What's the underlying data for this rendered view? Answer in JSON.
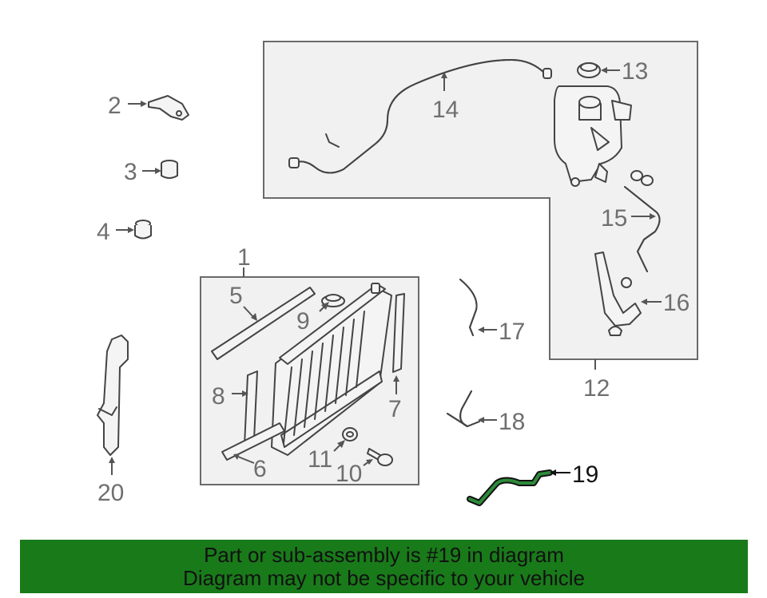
{
  "callouts": {
    "c1": "1",
    "c2": "2",
    "c3": "3",
    "c4": "4",
    "c5": "5",
    "c6": "6",
    "c7": "7",
    "c8": "8",
    "c9": "9",
    "c10": "10",
    "c11": "11",
    "c12": "12",
    "c13": "13",
    "c14": "14",
    "c15": "15",
    "c16": "16",
    "c17": "17",
    "c18": "18",
    "c19": "19",
    "c20": "20"
  },
  "highlighted_part": "19",
  "banner": {
    "line1": "Part or sub-assembly is #19 in diagram",
    "line2": "Diagram may not be specific to your vehicle",
    "background": "#197a1a"
  },
  "colors": {
    "highlight_hose": "#1f6b2a",
    "box_fill": "#f1f1f1"
  }
}
